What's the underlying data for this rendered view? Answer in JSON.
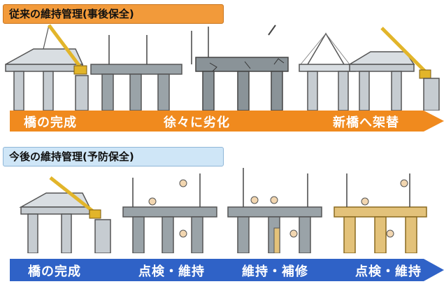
{
  "top": {
    "title": "従来の維持管理(事後保全)",
    "stages": [
      "橋の完成",
      "徐々に劣化",
      "新橋へ架替"
    ],
    "arrow_color": "#f08a1e"
  },
  "bottom": {
    "title": "今後の維持管理(予防保全)",
    "stages": [
      "橋の完成",
      "点検・維持",
      "維持・補修",
      "点検・維持"
    ],
    "arrow_color": "#2f62c7"
  },
  "colors": {
    "concrete": "#9aa3a8",
    "concrete_dark": "#6f787d",
    "deck_new": "#d9dee2",
    "maintained": "#e3c27a",
    "crane": "#e2b52a"
  }
}
